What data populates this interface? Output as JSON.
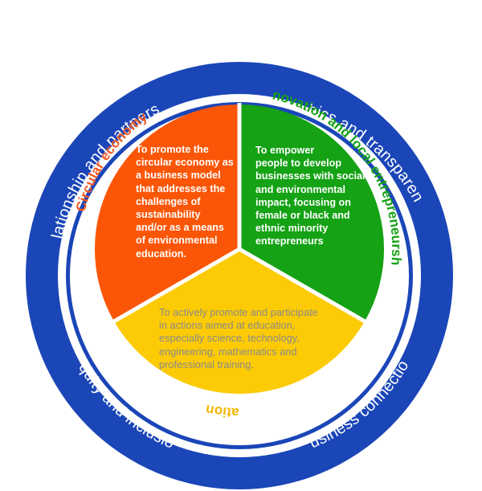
{
  "ring_labels": {
    "top_left": "Relationship and partnership",
    "top_right": "Ethics and transparency",
    "bottom_left": "Equity and inclusion",
    "bottom_right": "Business connection"
  },
  "segments": {
    "circular_economy": {
      "title": "Circular economy",
      "text": "To promote the\ncircular economy as\na business model\nthat addresses the\nchallenges of\nsustainability\nand/or as a means\nof environmental\neducation."
    },
    "innovation": {
      "title": "Innovation and local entrepreneurship",
      "text": "To empower\npeople to develop\nbusinesses with social\nand environmental\nimpact, focusing on\nfemale or black and\nethnic minority\nentrepreneurs"
    },
    "education": {
      "title": "Education",
      "text": "To actively promote and participate\nin actions aimed at education,\nespecially science, technology,\nengineering, mathematics and\nprofessional training."
    }
  },
  "colors": {
    "ring": "#1b46b8",
    "circular_economy": "#fb5607",
    "innovation": "#15a215",
    "education": "#fccb06",
    "circular_title": "#f15a24",
    "innovation_title": "#15a215",
    "education_title": "#f2b705"
  }
}
